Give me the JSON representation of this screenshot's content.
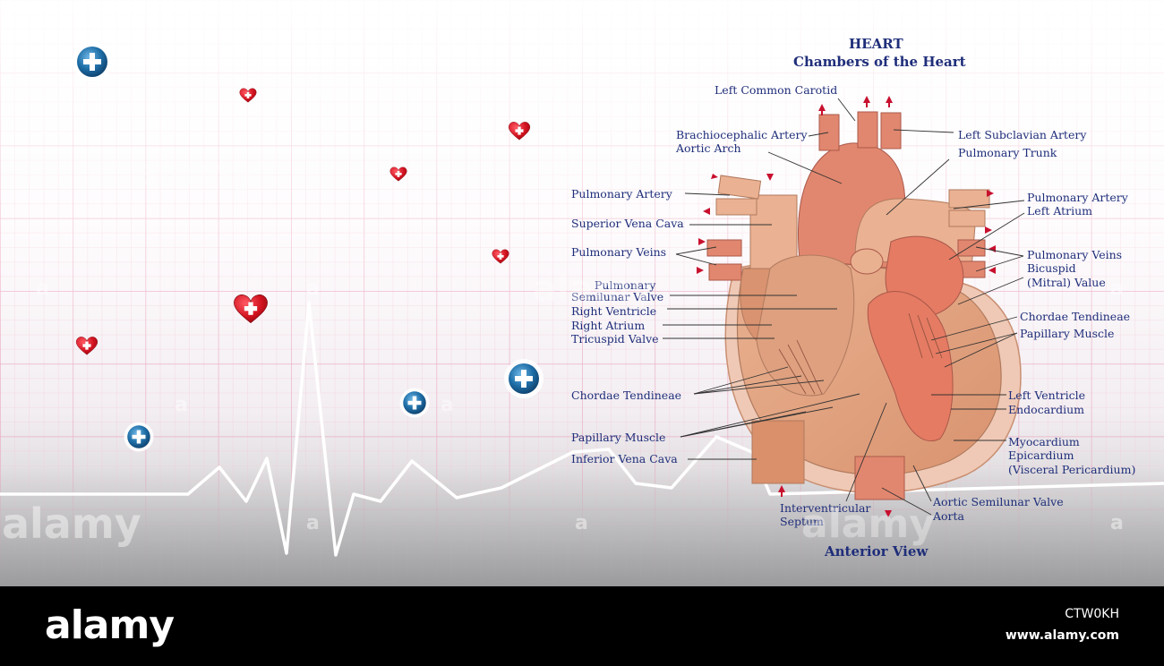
{
  "diagram": {
    "title": "HEART",
    "subtitle": "Chambers of the Heart",
    "view_label": "Anterior View",
    "labels": {
      "left_common_carotid": "Left Common Carotid",
      "brachiocephalic_artery": "Brachiocephalic Artery",
      "aortic_arch": "Aortic Arch",
      "left_subclavian_artery": "Left Subclavian Artery",
      "pulmonary_trunk": "Pulmonary Trunk",
      "pulmonary_artery_left": "Pulmonary Artery",
      "superior_vena_cava": "Superior Vena Cava",
      "pulmonary_veins_left": "Pulmonary Veins",
      "pulmonary_semilunar_1": "Pulmonary",
      "pulmonary_semilunar_2": "Semilunar Valve",
      "right_ventricle": "Right Ventricle",
      "right_atrium": "Right Atrium",
      "tricuspid_valve": "Tricuspid Valve",
      "chordae_tendineae_left": "Chordae Tendineae",
      "papillary_muscle_left": "Papillary Muscle",
      "inferior_vena_cava": "Inferior Vena Cava",
      "pulmonary_artery_right": "Pulmonary Artery",
      "left_atrium": "Left Atrium",
      "pulmonary_veins_right": "Pulmonary Veins",
      "bicuspid_1": "Bicuspid",
      "bicuspid_2": "(Mitral) Value",
      "chordae_tendineae_right": "Chordae Tendineae",
      "papillary_muscle_right": "Papillary Muscle",
      "left_ventricle": "Left Ventricle",
      "endocardium": "Endocardium",
      "myocardium": "Myocardium",
      "epicardium": "Epicardium",
      "visceral_pericardium": "(Visceral Pericardium)",
      "aortic_semilunar_valve": "Aortic Semilunar Valve",
      "aorta": "Aorta",
      "interventricular_1": "Interventricular",
      "interventricular_2": "Septum"
    }
  },
  "watermark": {
    "brand": "alamy",
    "small": "a"
  },
  "footer": {
    "logo": "alamy",
    "image_id": "CTW0KH",
    "url": "www.alamy.com"
  },
  "colors": {
    "label_text": "#1f2e7a",
    "heart_red": "#c8102e",
    "heart_tissue": "#e2a584",
    "vessel": "#e58a70",
    "arrow": "#c8102e",
    "medical_blue": "#1f6fa8"
  },
  "icons": [
    "heart-cross-icon",
    "medical-cross-icon",
    "ecg-line"
  ]
}
